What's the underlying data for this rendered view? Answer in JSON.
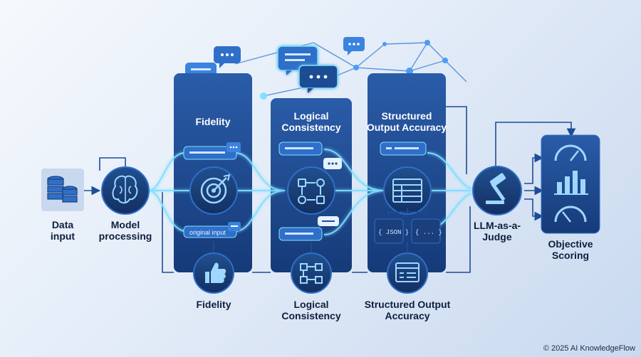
{
  "labels": {
    "data_input": "Data\ninput",
    "model_processing": "Model\nprocessing",
    "fidelity_top": "Fidelity",
    "logical_top": "Logical\nConsistency",
    "structured_top": "Structured\nOutput Accuracy",
    "fidelity_bottom": "Fidelity",
    "logical_bottom": "Logical\nConsistency",
    "structured_bottom": "Structured Output\nAccuracy",
    "judge": "LLM-as-a-\nJudge",
    "objective": "Objective\nScoring"
  },
  "pill_texts": {
    "original_input": "original input",
    "json": "{ JSON }",
    "dots": "{ ... }"
  },
  "footer": "© 2025 AI KnowledgeFlow",
  "colors": {
    "panel": "#1f4d94",
    "panel_dark": "#173b78",
    "circle": "#1a3f7c",
    "glow": "#7fe0ff",
    "pill": "#2f6fc9",
    "accent": "#3aa0ff"
  }
}
